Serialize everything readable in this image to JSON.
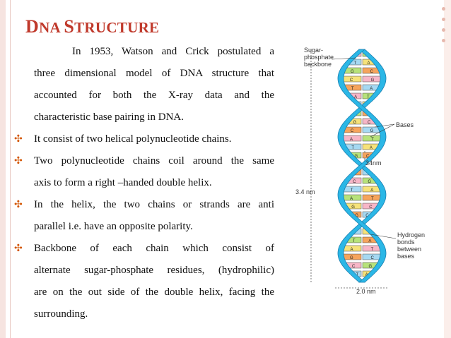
{
  "slide": {
    "title_first_letter_1": "D",
    "title_rest_1": "NA",
    "title_first_letter_2": "S",
    "title_rest_2": "TRUCTURE",
    "intro": [
      "In 1953, Watson and Crick postulated a",
      "three dimensional model of DNA structure that",
      "accounted for both the X-ray data and the",
      "characteristic base pairing in DNA."
    ],
    "bullets": [
      {
        "lines": [
          "It consist of two helical polynucleotide chains."
        ]
      },
      {
        "lines": [
          "Two polynucleotide chains coil around the same",
          "axis to form a right –handed double helix."
        ]
      },
      {
        "lines": [
          "In the helix, the two chains or strands are anti",
          "parallel i.e. have an opposite polarity."
        ]
      },
      {
        "lines": [
          "Backbone of each chain which consist of",
          "alternate sugar-phosphate residues, (hydrophilic)",
          "are on the out side of the double helix, facing the",
          "surrounding."
        ]
      }
    ],
    "bullet_symbol": "✣"
  },
  "figure": {
    "labels": {
      "sugar_phosphate": [
        "Sugar-",
        "phosphate",
        "backbone"
      ],
      "bases": "Bases",
      "pitch": "3.4 nm",
      "rise": "34nm",
      "hydrogen_bonds": [
        "Hydrogen",
        "bonds",
        "between",
        "bases"
      ],
      "diameter": "2.0 nm"
    },
    "base_letters": [
      "T",
      "A",
      "G",
      "C",
      "C",
      "G",
      "T",
      "A",
      "A",
      "T",
      "G",
      "C",
      "C",
      "G",
      "A",
      "T",
      "T",
      "A",
      "G",
      "C",
      "C",
      "G",
      "T",
      "A",
      "A",
      "T",
      "G",
      "C",
      "G",
      "C",
      "T",
      "A",
      "A",
      "T",
      "G",
      "C",
      "C",
      "G",
      "T",
      "A",
      "A",
      "T",
      "G",
      "C",
      "C",
      "G",
      "A",
      "T",
      "T",
      "A",
      "G",
      "C"
    ]
  },
  "colors": {
    "title": "#c0392b",
    "bullet": "#d35400",
    "strand": "#2bb7e6",
    "strand_stroke": "#1b7fb0",
    "base_colors": [
      "#f7b6c7",
      "#a6d9f2",
      "#b7e27a",
      "#f6e27a",
      "#f6a45c"
    ]
  }
}
